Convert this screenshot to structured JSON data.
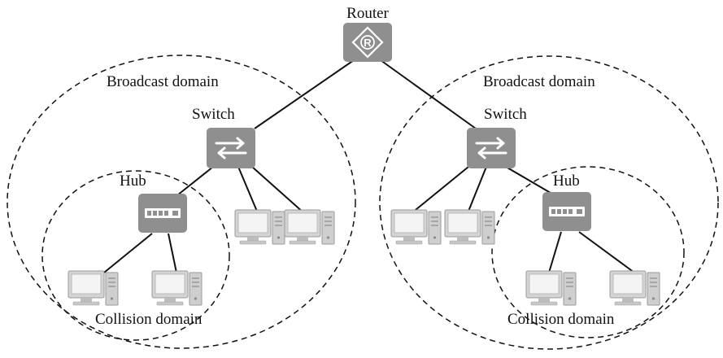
{
  "labels": {
    "router": "Router",
    "switch_left": "Switch",
    "switch_right": "Switch",
    "hub_left": "Hub",
    "hub_right": "Hub",
    "broadcast_left": "Broadcast domain",
    "broadcast_right": "Broadcast domain",
    "collision_left": "Collision domain",
    "collision_right": "Collision domain"
  },
  "router_glyph": "R",
  "icons": {
    "router": "router-icon",
    "switch": "switch-icon",
    "hub": "hub-icon",
    "pc": "pc-icon"
  },
  "colors": {
    "device_fill": "#8f8f8f",
    "pc_fill": "#cfcfcf",
    "line": "#111111"
  }
}
